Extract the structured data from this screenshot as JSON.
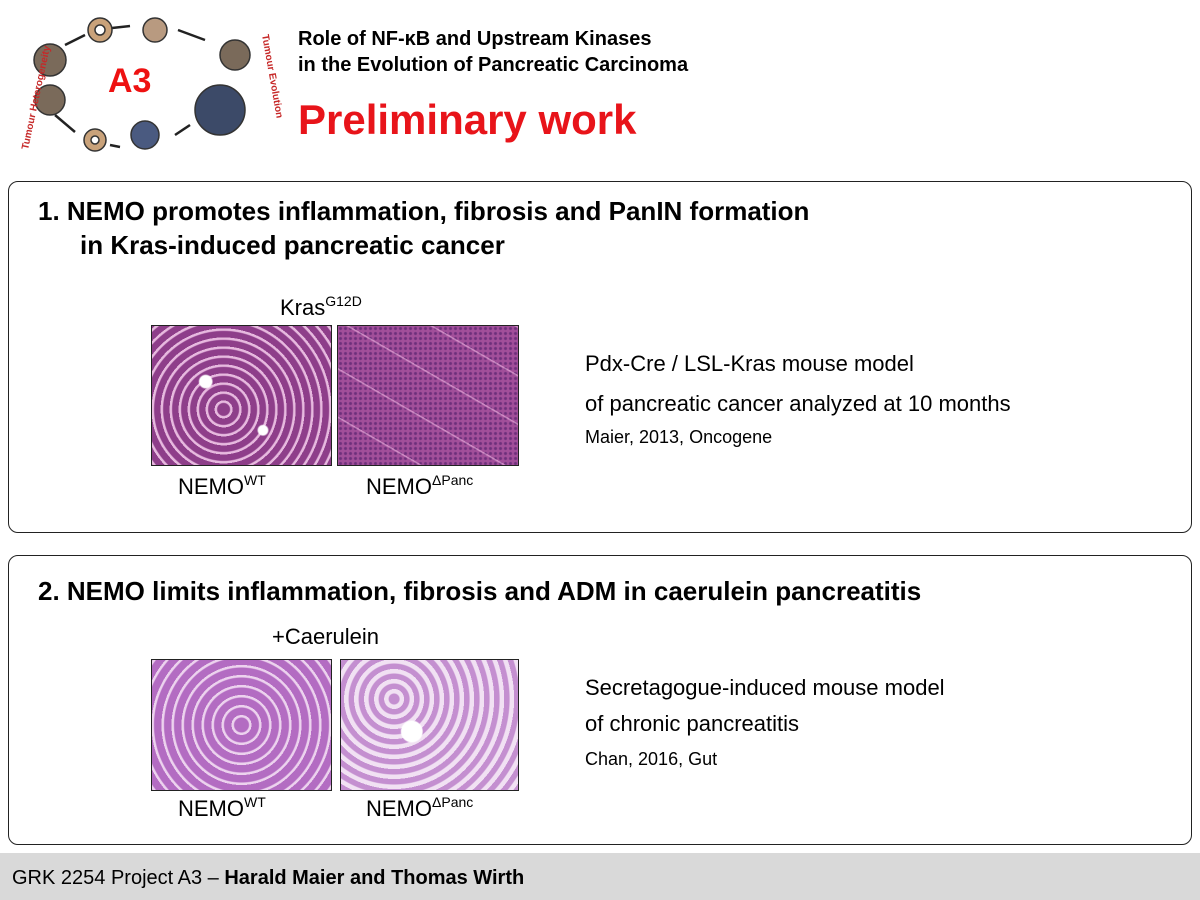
{
  "logo": {
    "label": "A3",
    "left_text": "Tumour Heterogeneity",
    "right_text": "Tumour Evolution"
  },
  "header": {
    "title_line1": "Role of NF-κB and Upstream Kinases",
    "title_line2": "in the Evolution of Pancreatic Carcinoma",
    "subtitle": "Preliminary work"
  },
  "section1": {
    "heading_line1": "1.  NEMO promotes inflammation, fibrosis and PanIN formation",
    "heading_line2": "in Kras-induced pancreatic cancer",
    "condition": "Kras",
    "condition_sup": "G12D",
    "label_wt": "NEMO",
    "label_wt_sup": "WT",
    "label_ko": "NEMO",
    "label_ko_sup": "ΔPanc",
    "desc_line1": "Pdx-Cre / LSL-Kras mouse model",
    "desc_line2": "of pancreatic cancer analyzed at 10 months",
    "reference": "Maier, 2013, Oncogene"
  },
  "section2": {
    "heading": "2. NEMO limits inflammation, fibrosis and ADM in caerulein pancreatitis",
    "condition": "+Caerulein",
    "label_wt": "NEMO",
    "label_wt_sup": "WT",
    "label_ko": "NEMO",
    "label_ko_sup": "ΔPanc",
    "desc_line1": "Secretagogue-induced mouse model",
    "desc_line2": "of chronic pancreatitis",
    "reference": "Chan, 2016, Gut"
  },
  "footer": {
    "project": "GRK 2254 Project A3 – ",
    "authors": "Harald Maier and Thomas Wirth"
  }
}
